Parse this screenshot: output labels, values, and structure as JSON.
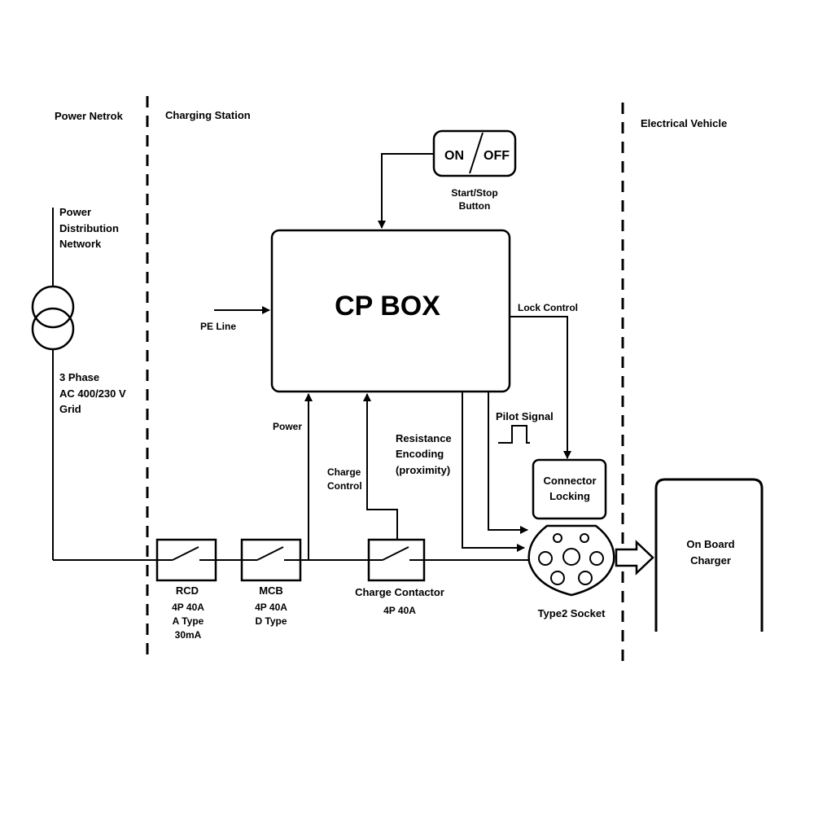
{
  "sections": {
    "power_network": "Power Netrok",
    "charging_station": "Charging Station",
    "electrical_vehicle": "Electrical Vehicle"
  },
  "grid": {
    "line1": "Power",
    "line2": "Distribution",
    "line3": "Network",
    "spec1": "3 Phase",
    "spec2": "AC 400/230 V",
    "spec3": "Grid"
  },
  "switch": {
    "on": "ON",
    "off": "OFF",
    "label1": "Start/Stop",
    "label2": "Button"
  },
  "cp_box": {
    "title": "CP BOX"
  },
  "signals": {
    "pe_line": "PE Line",
    "lock_control": "Lock Control",
    "pilot_signal": "Pilot Signal",
    "power": "Power",
    "charge_control1": "Charge",
    "charge_control2": "Control",
    "resistance1": "Resistance",
    "resistance2": "Encoding",
    "resistance3": "(proximity)"
  },
  "components": {
    "rcd": {
      "name": "RCD",
      "spec1": "4P 40A",
      "spec2": "A Type",
      "spec3": "30mA"
    },
    "mcb": {
      "name": "MCB",
      "spec1": "4P 40A",
      "spec2": "D Type"
    },
    "contactor": {
      "name": "Charge Contactor",
      "spec1": "4P 40A"
    },
    "connector_locking": {
      "line1": "Connector",
      "line2": "Locking"
    },
    "socket": {
      "name": "Type2 Socket"
    },
    "charger": {
      "line1": "On Board",
      "line2": "Charger"
    }
  }
}
